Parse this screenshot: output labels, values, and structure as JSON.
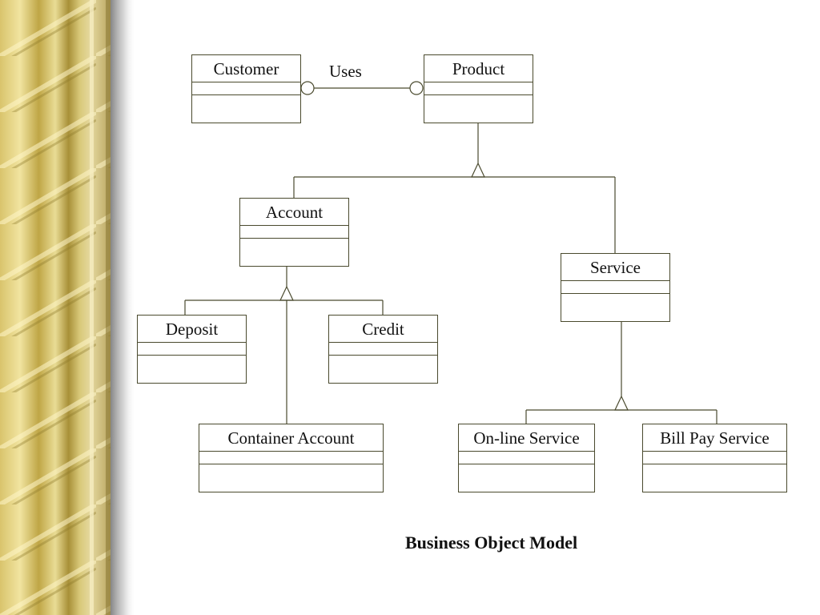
{
  "colors": {
    "line": "#4a4a2e",
    "text": "#111111",
    "sidebar_light": "#e8d98a",
    "sidebar_dark": "#7a6a2a"
  },
  "classes": {
    "customer": "Customer",
    "product": "Product",
    "account": "Account",
    "service": "Service",
    "deposit": "Deposit",
    "credit": "Credit",
    "container_account": "Container Account",
    "online_service": "On-line Service",
    "bill_pay_service": "Bill Pay Service"
  },
  "associations": {
    "uses": "Uses"
  },
  "caption": "Business Object Model"
}
